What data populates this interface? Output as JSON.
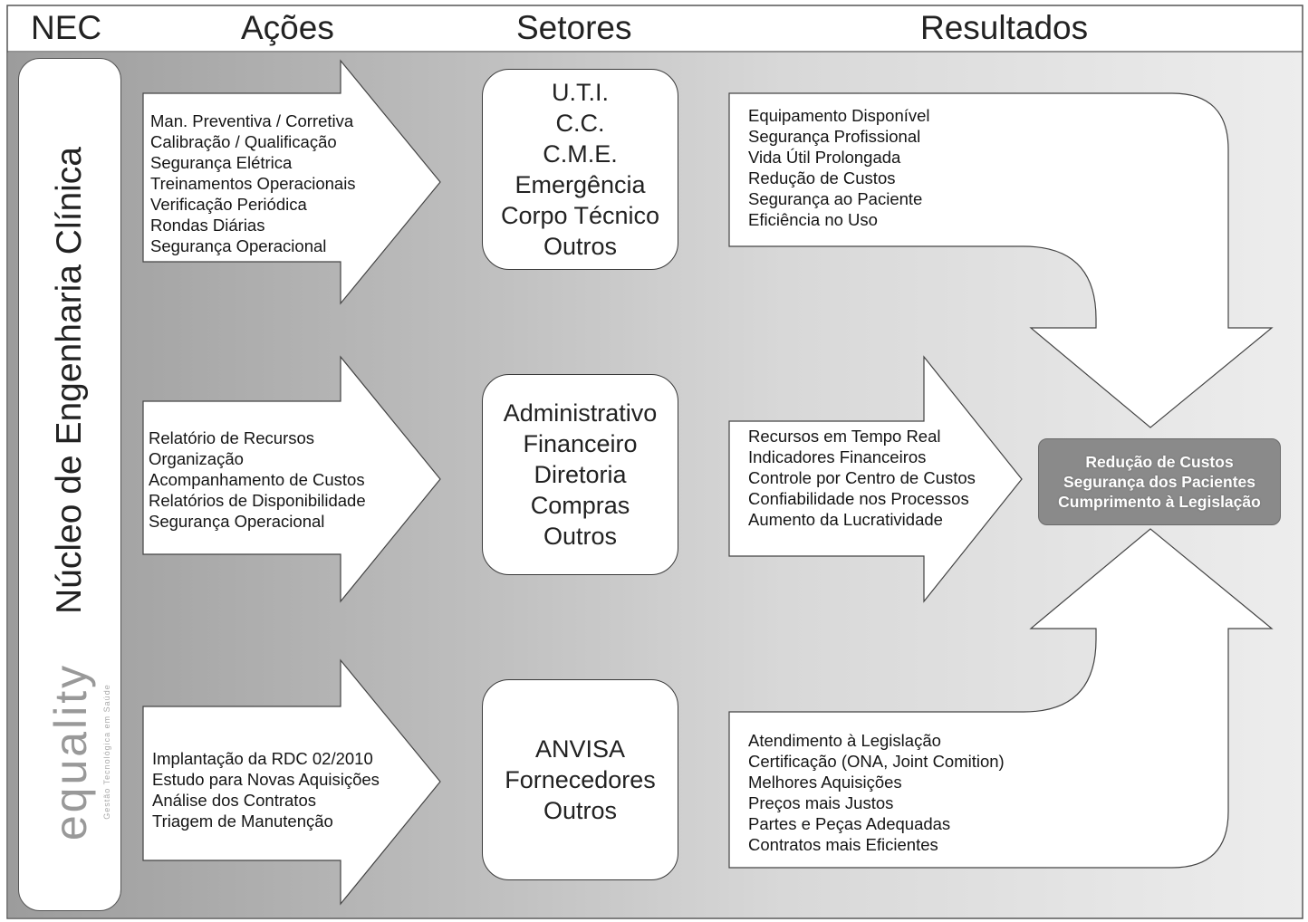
{
  "headers": {
    "nec": "NEC",
    "acoes": "Ações",
    "setores": "Setores",
    "resultados": "Resultados"
  },
  "sidebar": {
    "title": "Núcleo de Engenharia Clínica",
    "logo_text": "equality",
    "logo_subtext": "Gestão Tecnológica em Saúde"
  },
  "rows": [
    {
      "actions": [
        "Man. Preventiva / Corretiva",
        "Calibração / Qualificação",
        "Segurança Elétrica",
        "Treinamentos Operacionais",
        "Verificação Periódica",
        "Rondas Diárias",
        "Segurança Operacional"
      ],
      "sectors": [
        "U.T.I.",
        "C.C.",
        "C.M.E.",
        "Emergência",
        "Corpo Técnico",
        "Outros"
      ],
      "results": [
        "Equipamento Disponível",
        "Segurança Profissional",
        "Vida Útil Prolongada",
        "Redução de Custos",
        "Segurança ao Paciente",
        "Eficiência no Uso"
      ]
    },
    {
      "actions": [
        "Relatório de Recursos",
        "Organização",
        "Acompanhamento de Custos",
        "Relatórios de Disponibilidade",
        "Segurança Operacional"
      ],
      "sectors": [
        "Administrativo",
        "Financeiro",
        "Diretoria",
        "Compras",
        "Outros"
      ],
      "results": [
        "Recursos em Tempo Real",
        "Indicadores Financeiros",
        "Controle por Centro de Custos",
        "Confiabilidade nos Processos",
        "Aumento da Lucratividade"
      ]
    },
    {
      "actions": [
        "Implantação da RDC 02/2010",
        "Estudo para Novas Aquisições",
        "Análise dos Contratos",
        "Triagem de Manutenção"
      ],
      "sectors": [
        "ANVISA",
        "Fornecedores",
        "Outros"
      ],
      "results": [
        "Atendimento à Legislação",
        "Certificação (ONA, Joint Comition)",
        "Melhores Aquisições",
        "Preços mais Justos",
        "Partes e Peças Adequadas",
        "Contratos mais Eficientes"
      ]
    }
  ],
  "summary": [
    "Redução de Custos",
    "Segurança dos Pacientes",
    "Cumprimento à Legislação"
  ]
}
